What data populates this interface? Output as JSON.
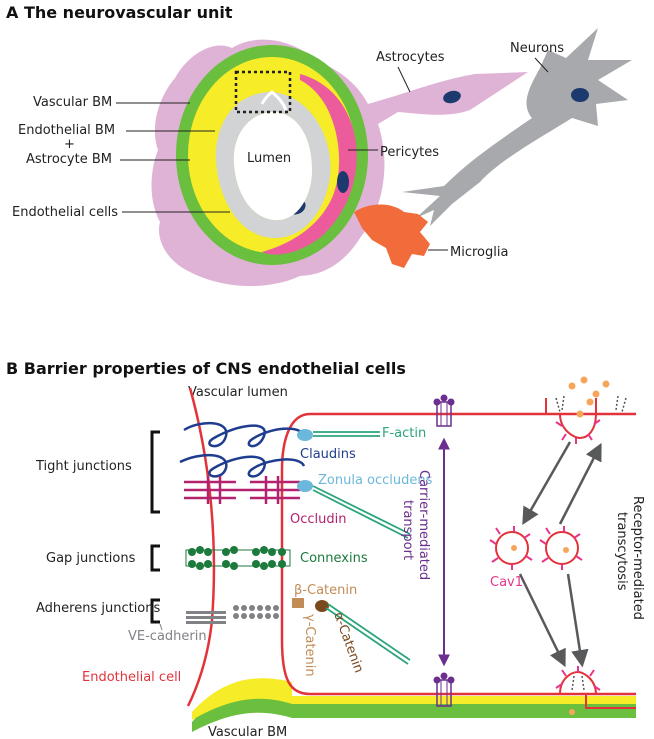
{
  "panel_a": {
    "title": "A  The neurovascular unit",
    "labels": {
      "vascular_bm": "Vascular BM",
      "endothelial_bm": "Endothelial BM",
      "plus": "+",
      "astrocyte_bm": "Astrocyte BM",
      "endothelial_cells": "Endothelial cells",
      "lumen": "Lumen",
      "astrocytes": "Astrocytes",
      "neurons": "Neurons",
      "pericytes": "Pericytes",
      "microglia": "Microglia"
    }
  },
  "panel_b": {
    "title": "B  Barrier properties of CNS endothelial cells",
    "labels": {
      "vascular_lumen": "Vascular lumen",
      "tight_junctions": "Tight junctions",
      "gap_junctions": "Gap junctions",
      "adherens_junctions": "Adherens junctions",
      "f_actin": "F-actin",
      "claudins": "Claudins",
      "zonula_occludens": "Zonula occludens",
      "occludin": "Occludin",
      "connexins": "Connexins",
      "beta_catenin": "β-Catenin",
      "alpha_catenin": "α-Catenin",
      "gamma_catenin": "γ-Catenin",
      "ve_cadherin": "VE-cadherin",
      "endothelial_cell": "Endothelial cell",
      "vascular_bm": "Vascular BM",
      "carrier_transport_1": "Carrier-mediated",
      "carrier_transport_2": "transport",
      "receptor_transcytosis_1": "Receptor-mediated",
      "receptor_transcytosis_2": "transcytosis",
      "cav1": "Cav1"
    }
  },
  "colors": {
    "astrocyte": "#dfb3d6",
    "neuron": "#a7a9ac",
    "nucleus": "#1d3a6e",
    "vascular_bm": "#6bbf3f",
    "endothelial_bm": "#f6ec27",
    "endothelial": "#d1d3d4",
    "pericyte": "#ec5b9c",
    "microglia": "#f26b3a",
    "membrane": "#e2333b",
    "claudin": "#1f3d8f",
    "occludin": "#b2226e",
    "connexin": "#1b7a3c",
    "zo": "#6bb8dc",
    "actin": "#2ba57a",
    "catenin_beta": "#c38b55",
    "catenin_alpha": "#7a4a1f",
    "carrier": "#6b2f8f",
    "cav1": "#e8358a",
    "arrow": "#58595b"
  }
}
